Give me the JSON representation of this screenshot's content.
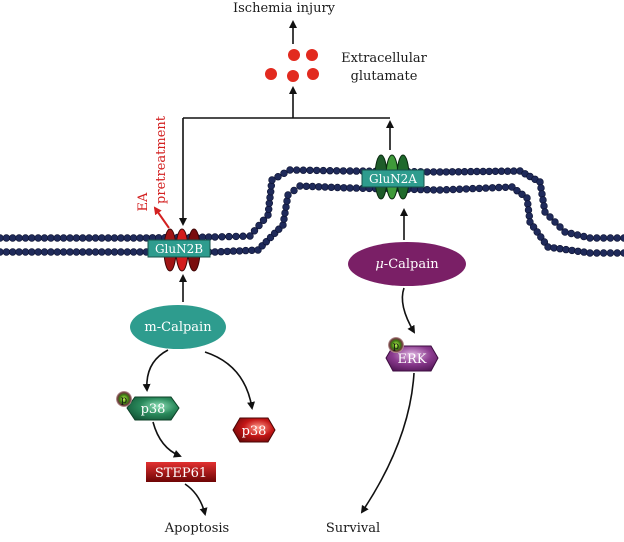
{
  "outputs": {
    "ischemia": "Ischemia injury",
    "glutamate_line1": "Extracellular",
    "glutamate_line2": "glutamate",
    "apoptosis": "Apoptosis",
    "survival": "Survival"
  },
  "treatment": {
    "line1": "EA",
    "line2": "pretreatment"
  },
  "receptors": {
    "glun2b": "GluN2B",
    "glun2a": "GluN2A"
  },
  "proteases": {
    "m_calpain": "m-Calpain",
    "mu_symbol": "μ",
    "mu_rest": "-Calpain"
  },
  "kinases": {
    "p38_phospho": "p38",
    "p38_other": "p38",
    "erk": "ERK",
    "step61": "STEP61",
    "phospho_mark": "p"
  },
  "colors": {
    "membrane": "#1f2a5a",
    "glutamate": "#e22a1f",
    "red_text": "#d32121",
    "teal": "#2e9c8e",
    "purple": "#7a1f66",
    "green_kinase": "#2a8a5c",
    "red_kinase": "#c41616",
    "erk_purple": "#8a3a8e",
    "step_red": "#b21010"
  }
}
